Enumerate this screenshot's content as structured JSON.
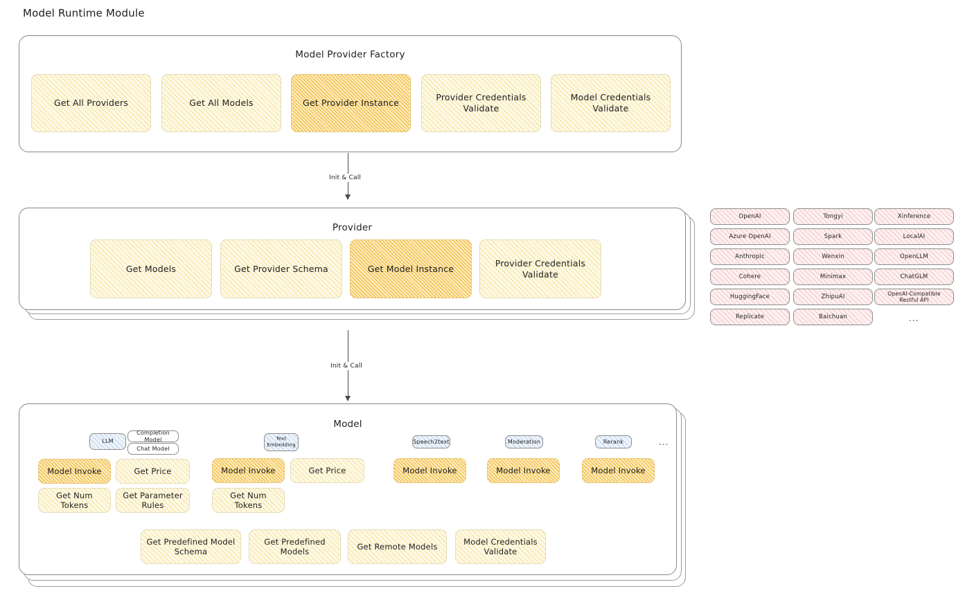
{
  "page": {
    "title": "Model Runtime Module"
  },
  "factory": {
    "title": "Model Provider Factory",
    "nodes": [
      {
        "label": "Get All Providers",
        "highlighted": false
      },
      {
        "label": "Get All Models",
        "highlighted": false
      },
      {
        "label": "Get Provider Instance",
        "highlighted": true
      },
      {
        "label": "Provider Credentials Validate",
        "highlighted": false
      },
      {
        "label": "Model Credentials Validate",
        "highlighted": false
      }
    ]
  },
  "arrows": {
    "factory_to_provider": "Init & Call",
    "provider_to_model": "Init & Call"
  },
  "provider": {
    "title": "Provider",
    "nodes": [
      {
        "label": "Get Models",
        "highlighted": false
      },
      {
        "label": "Get Provider Schema",
        "highlighted": false
      },
      {
        "label": "Get Model Instance",
        "highlighted": true
      },
      {
        "label": "Provider Credentials Validate",
        "highlighted": false
      }
    ]
  },
  "provider_list": {
    "columns": [
      [
        "OpenAI",
        "Azure OpenAI",
        "Anthropic",
        "Cohere",
        "HuggingFace",
        "Replicate"
      ],
      [
        "Tongyi",
        "Spark",
        "Wenxin",
        "Minimax",
        "ZhipuAI",
        "Baichuan"
      ],
      [
        "Xinference",
        "LocalAI",
        "OpenLLM",
        "ChatGLM",
        "OpenAI-Compatible Restful API"
      ]
    ],
    "more": "..."
  },
  "model": {
    "title": "Model",
    "more": "...",
    "types": [
      {
        "tag": "LLM",
        "subtags": [
          "Completion Model",
          "Chat Model"
        ]
      },
      {
        "tag": "Text Embedding",
        "subtags": []
      },
      {
        "tag": "Speech2text",
        "subtags": []
      },
      {
        "tag": "Moderation",
        "subtags": []
      },
      {
        "tag": "Rerank",
        "subtags": []
      }
    ],
    "llm_methods": [
      {
        "label": "Model Invoke",
        "highlighted": true
      },
      {
        "label": "Get Price",
        "highlighted": false
      },
      {
        "label": "Get Num Tokens",
        "highlighted": false
      },
      {
        "label": "Get Parameter Rules",
        "highlighted": false
      }
    ],
    "embedding_methods": [
      {
        "label": "Model Invoke",
        "highlighted": true
      },
      {
        "label": "Get Price",
        "highlighted": false
      },
      {
        "label": "Get Num Tokens",
        "highlighted": false
      }
    ],
    "speech_methods": [
      {
        "label": "Model Invoke",
        "highlighted": true
      }
    ],
    "moderation_methods": [
      {
        "label": "Model Invoke",
        "highlighted": true
      }
    ],
    "rerank_methods": [
      {
        "label": "Model Invoke",
        "highlighted": true
      }
    ],
    "shared_methods": [
      {
        "label": "Get Predefined Model Schema",
        "highlighted": false
      },
      {
        "label": "Get Predefined Models",
        "highlighted": false
      },
      {
        "label": "Get Remote Models",
        "highlighted": false
      },
      {
        "label": "Model Credentials Validate",
        "highlighted": false
      }
    ]
  },
  "colors": {
    "yellow_fill": "#fdf9e6",
    "orange_fill": "#fcecbf",
    "pink_fill": "#fdf0f0",
    "blue_fill": "#eef4fb",
    "stroke": "#868686",
    "text": "#1e1e1e"
  }
}
